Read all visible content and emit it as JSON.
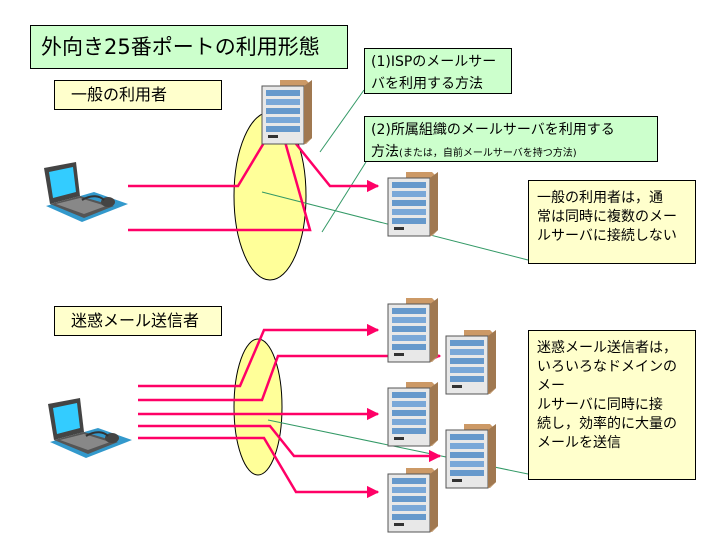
{
  "title": "外向き25番ポートの利用形態",
  "section_general": {
    "label": "一般の利用者"
  },
  "section_spam": {
    "label": "迷惑メール送信者"
  },
  "callouts": {
    "isp_line1": "(1)ISPのメールサー",
    "isp_line2": "バを利用する方法",
    "org_line1": "(2)所属組織のメールサーバを利用する",
    "org_line2a": "方法",
    "org_line2b": "(または，自前メールサーバを持つ方法)"
  },
  "notes": {
    "general": [
      "一般の利用者は，通",
      "常は同時に複数のメー",
      "ルサーバに接続しない"
    ],
    "spam": [
      "迷惑メール送信者は，",
      "いろいろなドメインのメー",
      "ルサーバに同時に接",
      "続し，効率的に大量の",
      "メールを送信"
    ]
  },
  "colors": {
    "arrow": "#ff0066",
    "ellipse_fill": "#ffff99",
    "green_line": "#339966",
    "server_blue": "#6699cc",
    "server_tan": "#cc9966"
  }
}
